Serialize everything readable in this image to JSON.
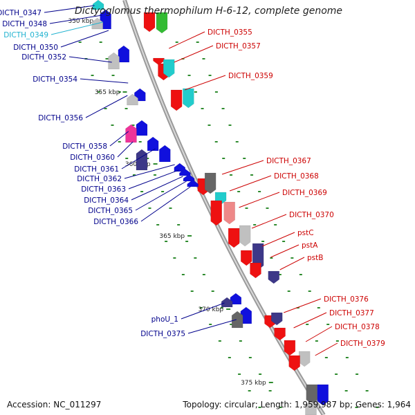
{
  "title": "Dictyoglomus thermophilum H-6-12, complete genome",
  "footer": {
    "accession": "Accession: NC_011297",
    "topology": "Topology: circular; Length: 1,959,987 bp; Genes: 1,964"
  },
  "colors": {
    "label_left": "#00008b",
    "label_right": "#cc0000",
    "label_rna": "#20b2d0",
    "backbone": "#9a9a9a",
    "tick": "#2e8b2e",
    "gene_red": "#ee1111",
    "gene_blue": "#1010dd",
    "gene_grey": "#c0c0c0",
    "gene_darkgrey": "#666666",
    "gene_cyan": "#22cccc",
    "gene_green": "#33bb33",
    "gene_slate": "#3d3888",
    "gene_pink": "#ee3399",
    "gene_salmon": "#ee8888"
  },
  "scale_labels": [
    "350 kbp",
    "355 kbp",
    "360 kbp",
    "365 kbp",
    "370 kbp",
    "375 kbp"
  ],
  "left_labels": [
    {
      "text": "DICTH_0347",
      "kind": "cds"
    },
    {
      "text": "DICTH_0348",
      "kind": "cds"
    },
    {
      "text": "DICTH_0349",
      "kind": "rna"
    },
    {
      "text": "DICTH_0350",
      "kind": "cds"
    },
    {
      "text": "DICTH_0352",
      "kind": "cds"
    },
    {
      "text": "DICTH_0354",
      "kind": "cds"
    },
    {
      "text": "DICTH_0356",
      "kind": "cds"
    },
    {
      "text": "DICTH_0358",
      "kind": "cds"
    },
    {
      "text": "DICTH_0360",
      "kind": "cds"
    },
    {
      "text": "DICTH_0361",
      "kind": "cds"
    },
    {
      "text": "DICTH_0362",
      "kind": "cds"
    },
    {
      "text": "DICTH_0363",
      "kind": "cds"
    },
    {
      "text": "DICTH_0364",
      "kind": "cds"
    },
    {
      "text": "DICTH_0365",
      "kind": "cds"
    },
    {
      "text": "DICTH_0366",
      "kind": "cds"
    },
    {
      "text": "phoU_1",
      "kind": "cds"
    },
    {
      "text": "DICTH_0375",
      "kind": "cds"
    }
  ],
  "right_labels": [
    {
      "text": "DICTH_0355"
    },
    {
      "text": "DICTH_0357"
    },
    {
      "text": "DICTH_0359"
    },
    {
      "text": "DICTH_0367"
    },
    {
      "text": "DICTH_0368"
    },
    {
      "text": "DICTH_0369"
    },
    {
      "text": "DICTH_0370"
    },
    {
      "text": "pstC"
    },
    {
      "text": "pstA"
    },
    {
      "text": "pstB"
    },
    {
      "text": "DICTH_0376"
    },
    {
      "text": "DICTH_0377"
    },
    {
      "text": "DICTH_0378"
    },
    {
      "text": "DICTH_0379"
    }
  ]
}
